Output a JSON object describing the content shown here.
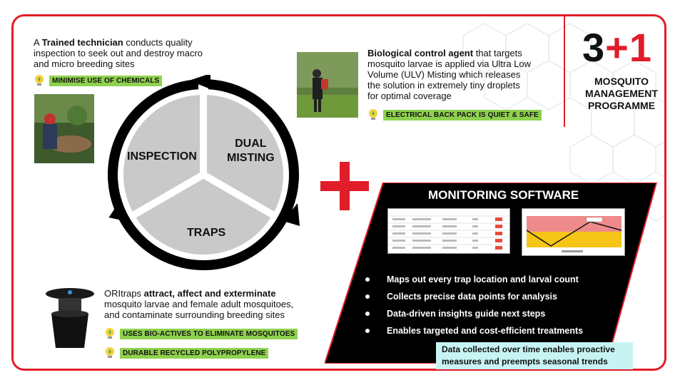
{
  "header": {
    "title_3": "3",
    "title_plus": "+",
    "title_1": "1",
    "program_name": "MOSQUITO MANAGEMENT PROGRAMME"
  },
  "inspection": {
    "text_bold": "Trained technician",
    "text_pre": "A ",
    "text_post": " conducts quality inspection to seek out and destroy macro and micro breeding sites",
    "badge": "MINIMISE USE OF CHEMICALS"
  },
  "misting": {
    "text_bold": "Biological control agent",
    "text_post": " that targets mosquito larvae is applied via Ultra Low Volume (ULV) Misting which releases the solution in extremely tiny droplets for optimal coverage",
    "badge": "ELECTRICAL BACK PACK IS QUIET & SAFE"
  },
  "traps": {
    "text_pre": "ORItraps ",
    "text_bold": "attract, affect and exterminate",
    "text_post": " mosquito larvae and female adult mosquitoes, and contaminate surrounding breeding sites",
    "badge1": "USES BIO-ACTIVES TO ELIMINATE MOSQUITOES",
    "badge2": "DURABLE RECYCLED POLYPROPYLENE"
  },
  "cycle": {
    "inspection": "INSPECTION",
    "dual_misting_1": "DUAL",
    "dual_misting_2": "MISTING",
    "traps": "TRAPS"
  },
  "monitoring": {
    "title": "MONITORING SOFTWARE",
    "bullets": [
      "Maps out every trap location and larval count",
      "Collects precise data points for analysis",
      "Data-driven insights guide next steps",
      "Enables targeted and cost-efficient treatments"
    ],
    "footer": "Data collected over time enables proactive measures and preempts seasonal trends"
  },
  "colors": {
    "accent_red": "#e11d2a",
    "badge_green": "#8fd14f",
    "panel_black": "#000000",
    "footer_cyan": "#c7f3f3",
    "cycle_grey": "#c9c9c9"
  }
}
